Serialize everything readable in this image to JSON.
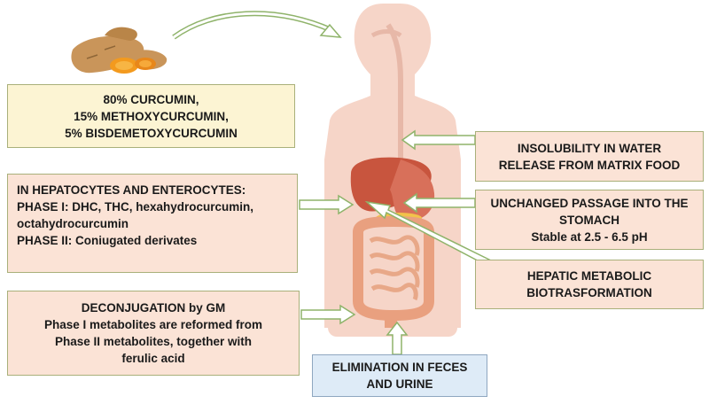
{
  "colors": {
    "yellow_box": "#fcf4d3",
    "pink_box": "#fbe3d6",
    "blue_box": "#deebf7",
    "box_border": "#a9b07a",
    "arrow_fill": "#ffffff",
    "arrow_stroke": "#8fb36a",
    "body_skin": "#f6d5c8",
    "liver": "#c8553e",
    "intestine": "#f0b99a",
    "turmeric": "#e8941f"
  },
  "icons": {
    "turmeric": "turmeric-root-icon",
    "anatomy": "human-digestive-system-icon"
  },
  "composition_box": {
    "lines": [
      "80% CURCUMIN,",
      "15% METHOXYCURCUMIN,",
      "5% BISDEMETOXYCURCUMIN"
    ]
  },
  "hepatocytes_box": {
    "lines": [
      "IN HEPATOCYTES AND ENTEROCYTES:",
      "PHASE I: DHC, THC, hexahydrocurcumin,",
      "octahydrocurcumin",
      "PHASE II: Coniugated derivates"
    ]
  },
  "deconjugation_box": {
    "lines": [
      "DECONJUGATION by GM",
      "Phase I metabolites are reformed from",
      "Phase II metabolites, together with",
      "ferulic acid"
    ]
  },
  "insolubility_box": {
    "lines": [
      "INSOLUBILITY IN WATER",
      "RELEASE FROM MATRIX FOOD"
    ]
  },
  "stomach_box": {
    "lines": [
      "UNCHANGED PASSAGE INTO THE",
      "STOMACH",
      "Stable at 2.5 - 6.5 pH"
    ]
  },
  "hepatic_box": {
    "lines": [
      "HEPATIC METABOLIC",
      "BIOTRASFORMATION"
    ]
  },
  "elimination_box": {
    "lines": [
      "ELIMINATION IN FECES",
      "AND URINE"
    ]
  }
}
